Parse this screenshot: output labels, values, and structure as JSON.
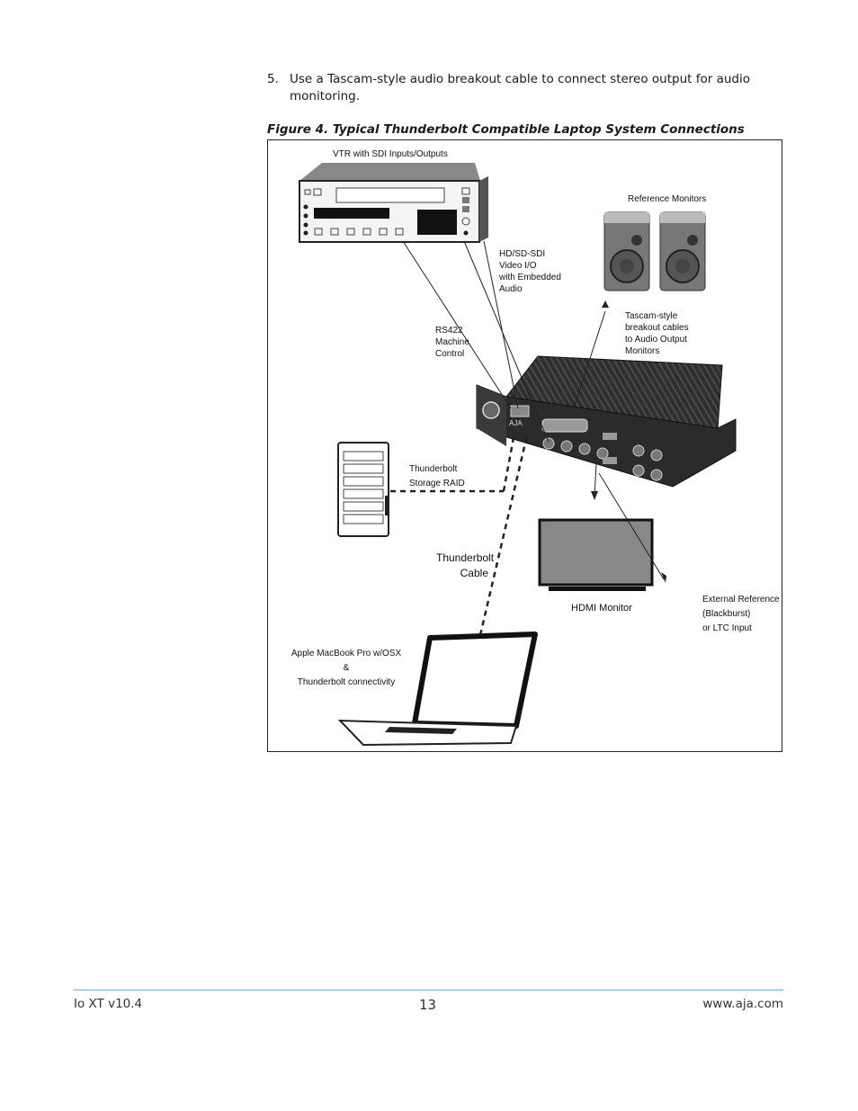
{
  "step": {
    "number": "5.",
    "text": "Use a Tascam-style audio breakout cable to connect stereo output for audio monitoring."
  },
  "figure": {
    "caption": "Figure 4. Typical Thunderbolt Compatible Laptop System Connections",
    "labels": {
      "vtr": "VTR with SDI Inputs/Outputs",
      "reference_monitors": "Reference Monitors",
      "sdi": "HD/SD-SDI\nVideo I/O\nwith Embedded\nAudio",
      "rs422": "RS422\nMachine\nControl",
      "tascam": "Tascam-style\nbreakout cables\nto Audio Output\nMonitors",
      "raid": "Thunderbolt\nStorage RAID",
      "cable": "Thunderbolt\nCable",
      "hdmi": "HDMI Monitor",
      "external_ref": "External Reference\n(Blackburst)\nor LTC Input",
      "macbook": "Apple MacBook Pro w/OSX\n&\nThunderbolt connectivity",
      "device_logo": "AJA"
    }
  },
  "footer": {
    "left": "Io XT v10.4",
    "page_number": "13",
    "right": "www.aja.com"
  },
  "colors": {
    "footer_rule": "#5fb3c7",
    "device_body": "#2b2b2b"
  }
}
